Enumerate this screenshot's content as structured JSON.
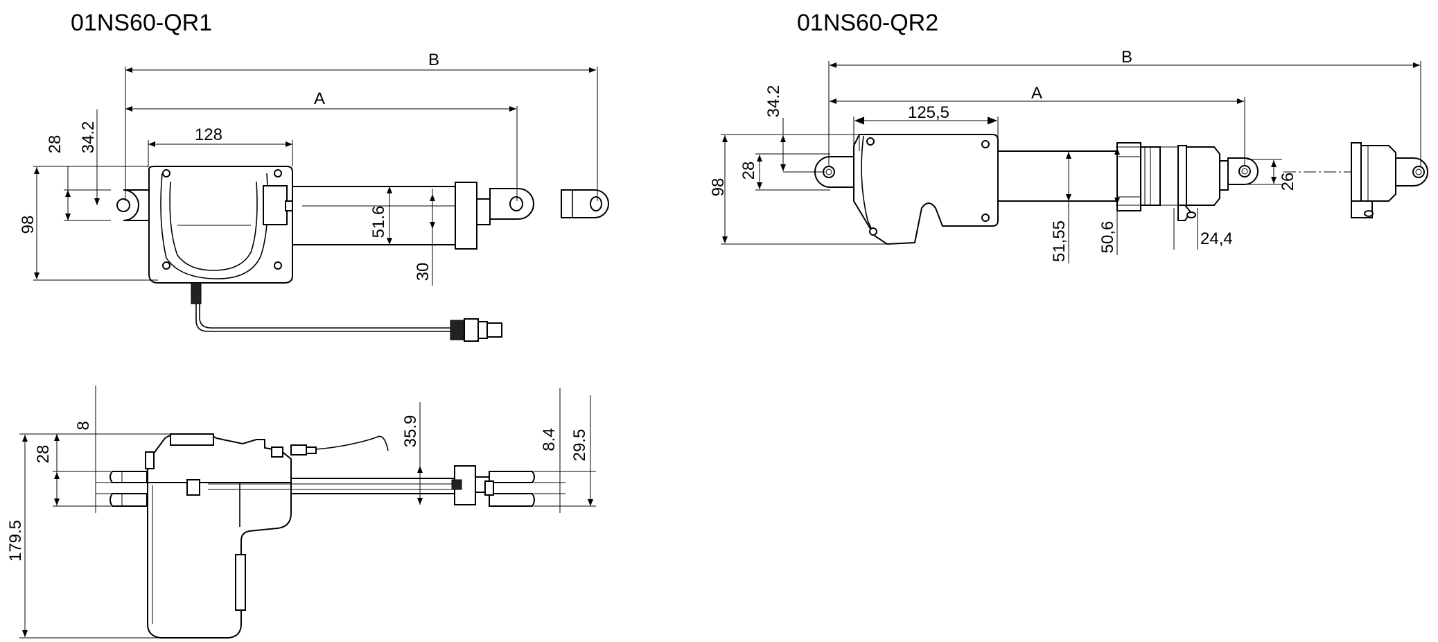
{
  "titles": {
    "left": "01NS60-QR1",
    "right": "01NS60-QR2"
  },
  "qr1_top": {
    "B": "B",
    "A": "A",
    "d128": "128",
    "d28": "28",
    "d34_2": "34.2",
    "d98": "98",
    "d51_6": "51.6",
    "d30": "30"
  },
  "qr1_side": {
    "d8": "8",
    "d28": "28",
    "d179_5": "179.5",
    "d35_9": "35.9",
    "d8_4": "8.4",
    "d29_5": "29.5"
  },
  "qr2": {
    "B": "B",
    "A": "A",
    "d125_5": "125,5",
    "d34_2": "34.2",
    "d28": "28",
    "d98": "98",
    "d51_55": "51,55",
    "d50_6": "50,6",
    "d24_4": "24,4",
    "d26": "26"
  }
}
